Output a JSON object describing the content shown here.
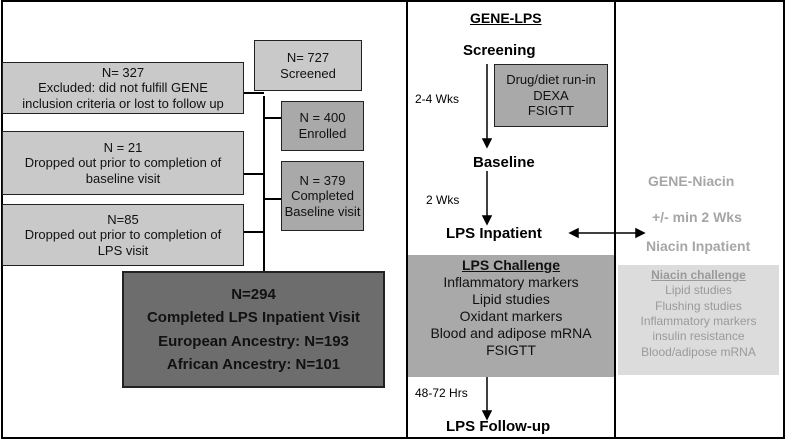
{
  "left": {
    "screened": {
      "count": "N= 727",
      "label": "Screened"
    },
    "excluded": {
      "count": "N= 327",
      "line1": "Excluded: did not fulfill GENE",
      "line2": "inclusion criteria or lost to follow up"
    },
    "enrolled": {
      "count": "N = 400",
      "label": "Enrolled"
    },
    "dropped_baseline": {
      "count": "N = 21",
      "line1": "Dropped out prior to completion of",
      "line2": "baseline visit"
    },
    "completed_baseline": {
      "count": "N = 379",
      "line1": "Completed",
      "line2": "Baseline visit"
    },
    "dropped_lps": {
      "count": "N=85",
      "line1": "Dropped out prior to completion of",
      "line2": "LPS visit"
    },
    "completed_lps": {
      "count": "N=294",
      "line1": "Completed LPS Inpatient Visit",
      "line2": "European Ancestry: N=193",
      "line3": "African Ancestry: N=101"
    }
  },
  "middle": {
    "title": "GENE-LPS",
    "screening": "Screening",
    "runin": {
      "line1": "Drug/diet run-in",
      "line2": "DEXA",
      "line3": "FSIGTT"
    },
    "weeks1": "2-4 Wks",
    "baseline": "Baseline",
    "weeks2": "2 Wks",
    "lps_inpatient": "LPS Inpatient",
    "challenge": {
      "title": "LPS Challenge",
      "items": [
        "Inflammatory markers",
        "Lipid studies",
        "Oxidant markers",
        "Blood and adipose mRNA",
        "FSIGTT"
      ]
    },
    "hours": "48-72 Hrs",
    "followup": "LPS Follow-up"
  },
  "right": {
    "title": "GENE-Niacin",
    "min_weeks": "+/- min 2 Wks",
    "niacin_inpatient": "Niacin Inpatient",
    "challenge": {
      "title": "Niacin challenge",
      "items": [
        "Lipid studies",
        "Flushing studies",
        "Inflammatory markers",
        "insulin resistance",
        "Blood/adipose mRNA"
      ]
    }
  },
  "colors": {
    "light_gray": "#c9c9c9",
    "mid_gray": "#a9a9a9",
    "dark_gray": "#6d6d6d",
    "niacin_text": "#a6a6a6",
    "niacin_box": "#dcdcdc"
  }
}
